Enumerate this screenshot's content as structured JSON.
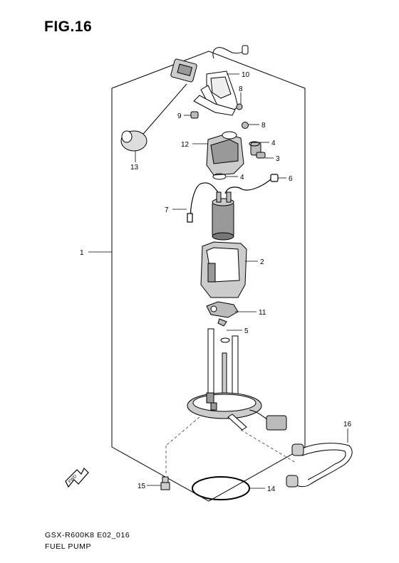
{
  "figure": {
    "title": "FIG.16",
    "model_code": "GSX-R600K8  E02_016",
    "assembly_name": "FUEL PUMP",
    "direction_mark": "FWD"
  },
  "callouts": [
    {
      "id": "1",
      "label": "1"
    },
    {
      "id": "2",
      "label": "2"
    },
    {
      "id": "3",
      "label": "3"
    },
    {
      "id": "4a",
      "label": "4"
    },
    {
      "id": "4b",
      "label": "4"
    },
    {
      "id": "5",
      "label": "5"
    },
    {
      "id": "6",
      "label": "6"
    },
    {
      "id": "7",
      "label": "7"
    },
    {
      "id": "8a",
      "label": "8"
    },
    {
      "id": "8b",
      "label": "8"
    },
    {
      "id": "9",
      "label": "9"
    },
    {
      "id": "10",
      "label": "10"
    },
    {
      "id": "11",
      "label": "11"
    },
    {
      "id": "12",
      "label": "12"
    },
    {
      "id": "13",
      "label": "13"
    },
    {
      "id": "14",
      "label": "14"
    },
    {
      "id": "15",
      "label": "15"
    },
    {
      "id": "16",
      "label": "16"
    }
  ]
}
